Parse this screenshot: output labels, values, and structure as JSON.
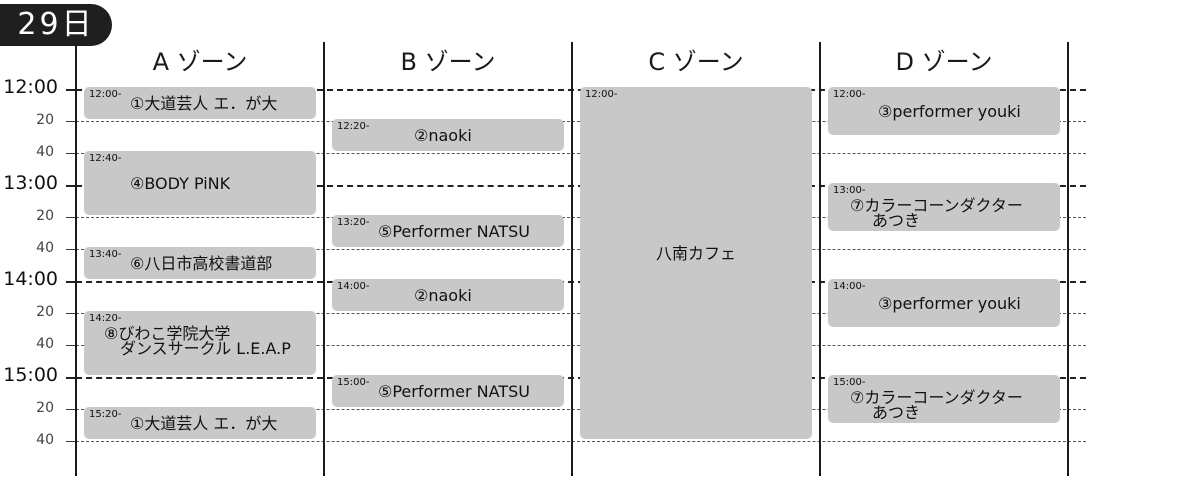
{
  "day": "29日",
  "zones": [
    "A ゾーン",
    "B ゾーン",
    "C ゾーン",
    "D ゾーン"
  ],
  "times": [
    {
      "label": "12:00",
      "hour": true
    },
    {
      "label": "20",
      "hour": false
    },
    {
      "label": "40",
      "hour": false
    },
    {
      "label": "13:00",
      "hour": true
    },
    {
      "label": "20",
      "hour": false
    },
    {
      "label": "40",
      "hour": false
    },
    {
      "label": "14:00",
      "hour": true
    },
    {
      "label": "20",
      "hour": false
    },
    {
      "label": "40",
      "hour": false
    },
    {
      "label": "15:00",
      "hour": true
    },
    {
      "label": "20",
      "hour": false
    },
    {
      "label": "40",
      "hour": false
    }
  ],
  "events": [
    {
      "zone": 0,
      "start": "12:00-",
      "startMin": 0,
      "endMin": 20,
      "title": [
        "①大道芸人 エ．が大"
      ]
    },
    {
      "zone": 0,
      "start": "12:40-",
      "startMin": 40,
      "endMin": 80,
      "title": [
        "④BODY PiNK"
      ]
    },
    {
      "zone": 0,
      "start": "13:40-",
      "startMin": 100,
      "endMin": 120,
      "title": [
        "⑥八日市高校書道部"
      ]
    },
    {
      "zone": 0,
      "start": "14:20-",
      "startMin": 140,
      "endMin": 180,
      "title": [
        "⑧びわこ学院大学",
        "ダンスサークル L.E.A.P"
      ]
    },
    {
      "zone": 0,
      "start": "15:20-",
      "startMin": 200,
      "endMin": 220,
      "title": [
        "①大道芸人 エ．が大"
      ]
    },
    {
      "zone": 1,
      "start": "12:20-",
      "startMin": 20,
      "endMin": 40,
      "title": [
        "②naoki"
      ]
    },
    {
      "zone": 1,
      "start": "13:20-",
      "startMin": 80,
      "endMin": 100,
      "title": [
        "⑤Performer NATSU"
      ]
    },
    {
      "zone": 1,
      "start": "14:00-",
      "startMin": 120,
      "endMin": 140,
      "title": [
        "②naoki"
      ]
    },
    {
      "zone": 1,
      "start": "15:00-",
      "startMin": 180,
      "endMin": 200,
      "title": [
        "⑤Performer NATSU"
      ]
    },
    {
      "zone": 2,
      "start": "12:00-",
      "startMin": 0,
      "endMin": 220,
      "title": [
        "八南カフェ"
      ]
    },
    {
      "zone": 3,
      "start": "12:00-",
      "startMin": 0,
      "endMin": 30,
      "title": [
        "③performer youki"
      ]
    },
    {
      "zone": 3,
      "start": "13:00-",
      "startMin": 60,
      "endMin": 90,
      "title": [
        "⑦カラーコーンダクター",
        "あつき"
      ]
    },
    {
      "zone": 3,
      "start": "14:00-",
      "startMin": 120,
      "endMin": 150,
      "title": [
        "③performer youki"
      ]
    },
    {
      "zone": 3,
      "start": "15:00-",
      "startMin": 180,
      "endMin": 210,
      "title": [
        "⑦カラーコーンダクター",
        "あつき"
      ]
    }
  ]
}
